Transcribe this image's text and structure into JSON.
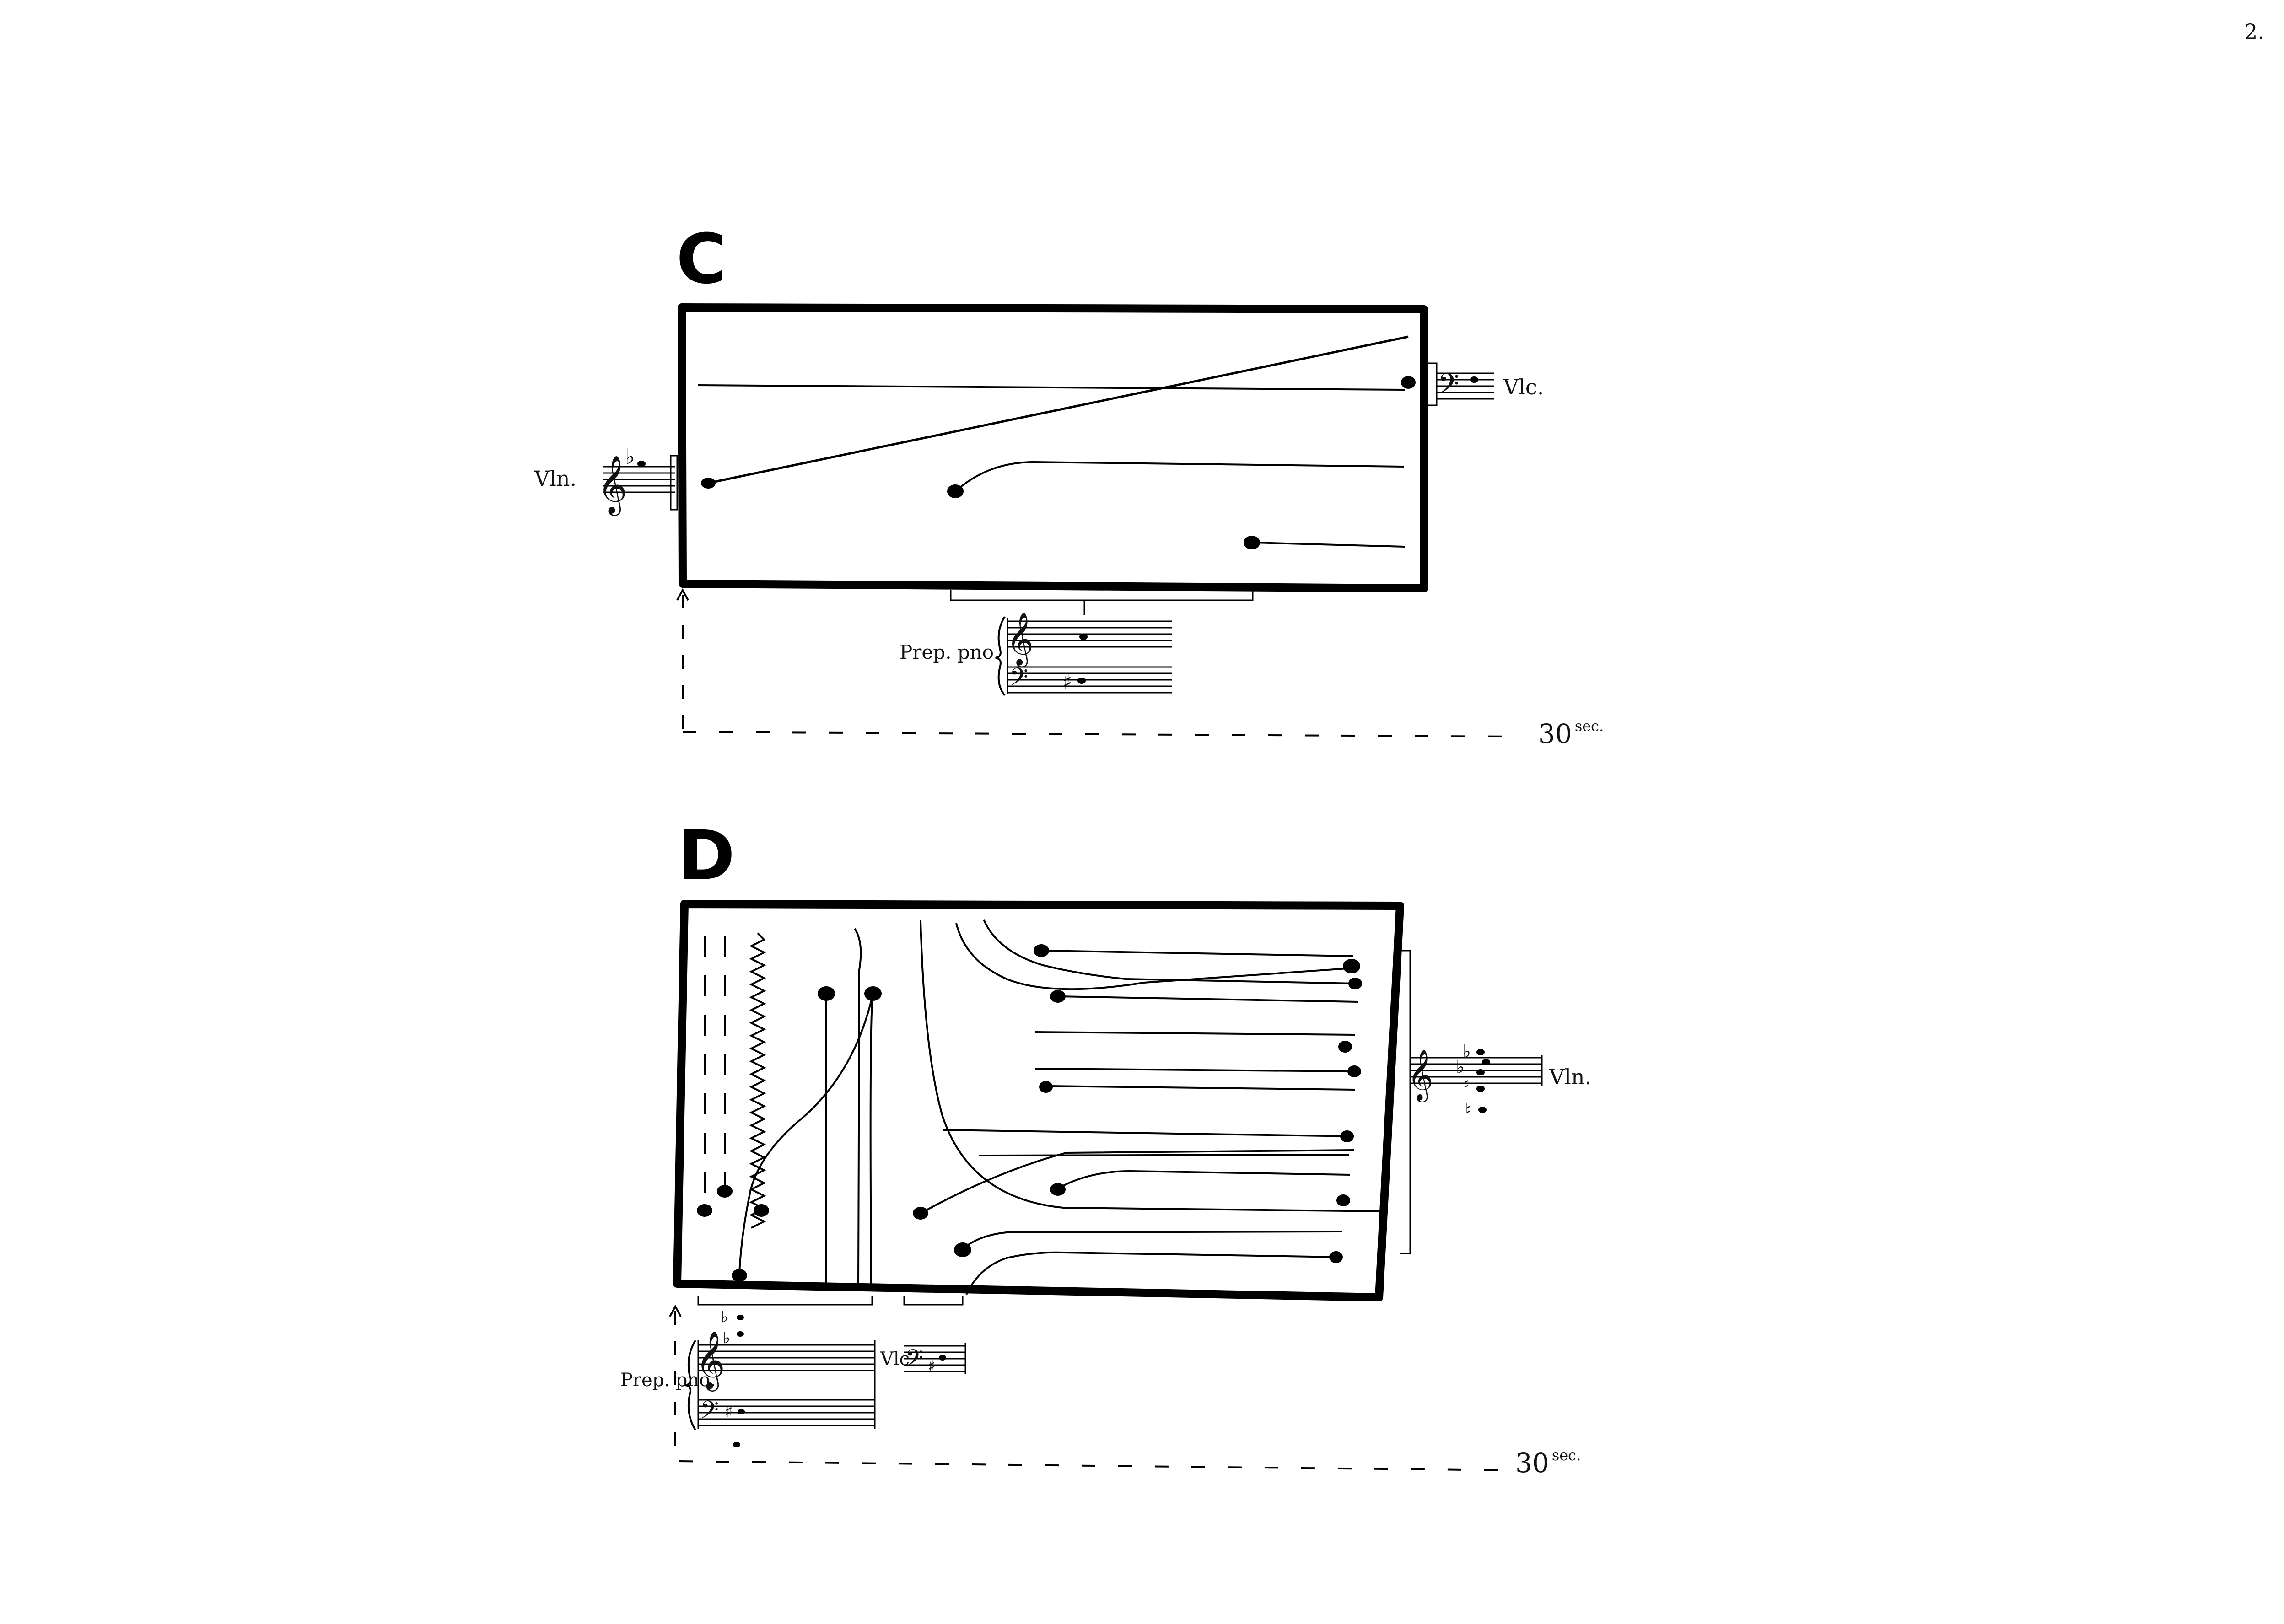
{
  "page": {
    "number": "2."
  },
  "section_c": {
    "letter": "C",
    "instruments": {
      "violin": "Vln.",
      "cello": "Vlc.",
      "piano": "Prep. pno."
    },
    "duration": {
      "value": "30",
      "unit": "sec."
    }
  },
  "section_d": {
    "letter": "D",
    "instruments": {
      "violin": "Vln.",
      "cello": "Vlc",
      "piano": "Prep. pno."
    },
    "duration": {
      "value": "30",
      "unit": "sec."
    }
  }
}
